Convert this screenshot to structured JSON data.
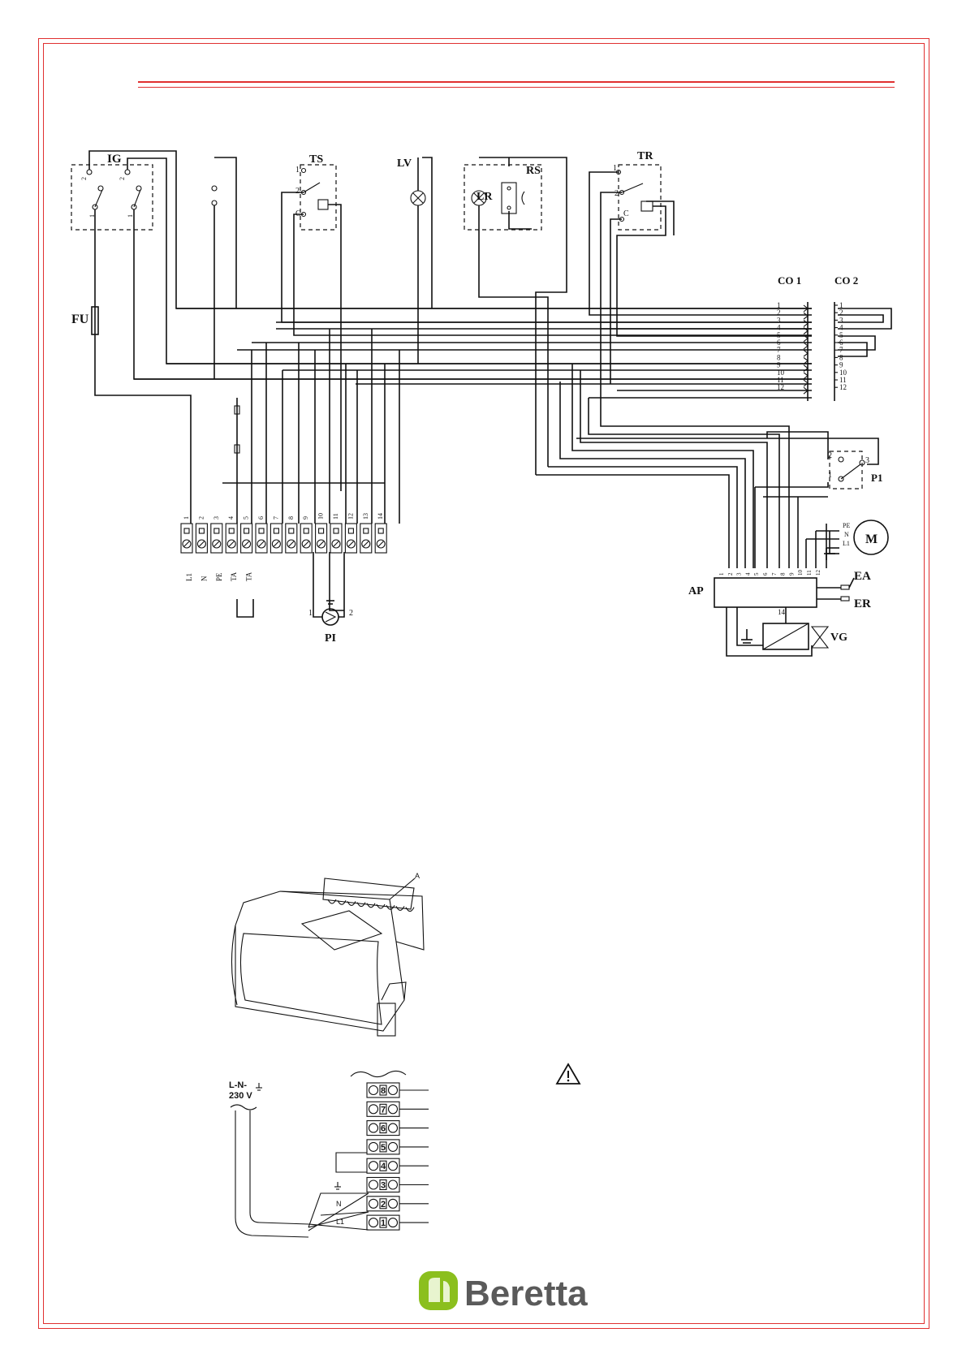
{
  "schematic": {
    "labels": {
      "ig": "IG",
      "ts": "TS",
      "lv": "LV",
      "lr": "LR",
      "rs": "RS",
      "tr": "TR",
      "fu": "FU",
      "co1": "CO 1",
      "co2": "CO 2",
      "p1": "P1",
      "m": "M",
      "ap": "AP",
      "ea": "EA",
      "er": "ER",
      "vg": "VG",
      "pi": "PI",
      "pe": "PE",
      "n": "N",
      "l1": "L1"
    },
    "pin_c": "C",
    "connector_pins": [
      "1",
      "2",
      "3",
      "4",
      "5",
      "6",
      "7",
      "8",
      "9",
      "10",
      "11",
      "12"
    ],
    "terminal_numbers": [
      "1",
      "2",
      "3",
      "4",
      "5",
      "6",
      "7",
      "8",
      "9",
      "10",
      "11",
      "12",
      "13",
      "14"
    ],
    "terminal_labels": [
      "L1",
      "N",
      "PE",
      "TA",
      "TA"
    ],
    "ap_pins": [
      "1",
      "2",
      "3",
      "4",
      "5",
      "6",
      "7",
      "8",
      "9",
      "10",
      "11",
      "12"
    ],
    "ap_pin_14": "14"
  },
  "figure": {
    "label_a": "A",
    "supply": "L-N-",
    "voltage": "230 V",
    "wire_n": "N",
    "wire_l1": "L1",
    "terminals": [
      "1",
      "2",
      "3",
      "4",
      "5",
      "6",
      "7",
      "8"
    ]
  },
  "brand": {
    "name": "Beretta",
    "color": "#8bbf1e"
  },
  "colors": {
    "frame": "#e03030"
  }
}
